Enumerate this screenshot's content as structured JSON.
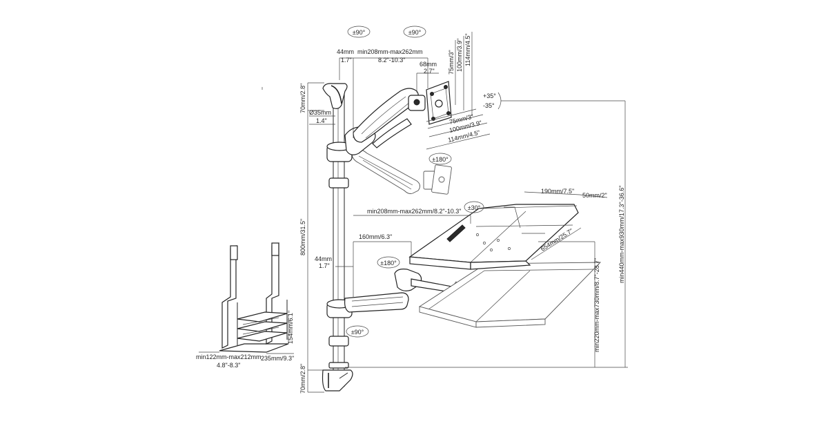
{
  "rotations": {
    "pole_arm": "±90°",
    "monitor_arm": "±90°",
    "monitor_rotate": "±180°",
    "keyboard_tray_tilt": "±30°",
    "keyboard_rotate": "±180°",
    "keyboard_arm": "±90°",
    "tilt_up": "+35°",
    "tilt_down": "-35°"
  },
  "dimensions": {
    "arm_width_mm": "44mm",
    "arm_width_in": "1.7\"",
    "monitor_reach_mm": "min208mm-max262mm",
    "monitor_reach_in": "8.2\"-10.3\"",
    "bracket_depth_mm": "68mm",
    "bracket_depth_in": "2.7\"",
    "vesa_75_top": "75mm/3\"",
    "vesa_100_top": "100mm/3.9\"",
    "vesa_114_top": "114mm/4.5\"",
    "vesa_75_bottom": "75mm/3\"",
    "vesa_100_bottom": "100mm/3.9\"",
    "vesa_114_bottom": "114mm/4.5\"",
    "top_clamp_height": "70mm/2.8\"",
    "pole_diameter_mm": "Ø35mm",
    "pole_diameter_in": "1.4\"",
    "pole_height": "800mm/31.5\"",
    "bottom_clamp_height": "70mm/2.8\"",
    "tray_reach": "min208mm-max262mm/8.2\"-10.3\"",
    "tray_arm_offset": "160mm/6.3\"",
    "keyboard_arm_width_mm": "44mm",
    "keyboard_arm_width_in": "1.7\"",
    "mouse_pad_depth": "190mm/7.5\"",
    "mouse_pad_lip": "50mm/2\"",
    "tray_width": "654mm/25.7\"",
    "keyboard_height_range": "min220mm-max730mm/8.7\"-28.7\"",
    "overall_height_range": "min440mm-max930mm/17.3\"-36.6\"",
    "cpu_height": "154mm/6.1\"",
    "cpu_depth": "235mm/9.3\"",
    "cpu_width_mm": "min122mm-max212mm",
    "cpu_width_in": "4.8\"-8.3\""
  }
}
